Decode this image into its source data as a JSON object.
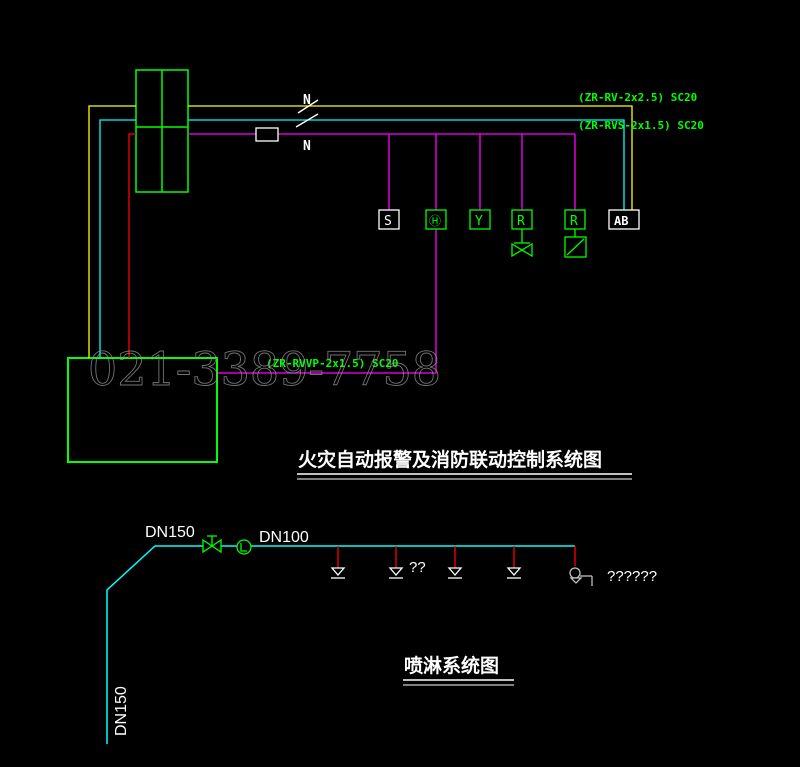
{
  "colors": {
    "background": "#000000",
    "yellow_wire": "#ffff00",
    "cyan_wire": "#00ffff",
    "red_wire": "#ff0000",
    "magenta_wire": "#ff00ff",
    "green": "#00ff00",
    "white": "#ffffff",
    "gray": "#c0c0c0"
  },
  "fire_alarm": {
    "cable_label_1": "(ZR-RV-2x2.5) SC20",
    "cable_label_2": "(ZR-RVS-2x1.5) SC20",
    "cable_label_3": "(ZR-RVVP-2x1.5) SC20",
    "n_label_top": "N",
    "n_label_bottom": "N",
    "watermark": "021-3389-7758",
    "device_symbols": [
      "S",
      "Ⓗ",
      "Y",
      "R",
      "R",
      "AB"
    ],
    "title": "火灾自动报警及消防联动控制系统图"
  },
  "sprinkler": {
    "main_pipe_label": "DN150",
    "vertical_pipe_label": "DN150",
    "branch_pipe_label": "DN100",
    "head_label": "??",
    "end_device_label": "??????",
    "title": "喷淋系统图"
  }
}
